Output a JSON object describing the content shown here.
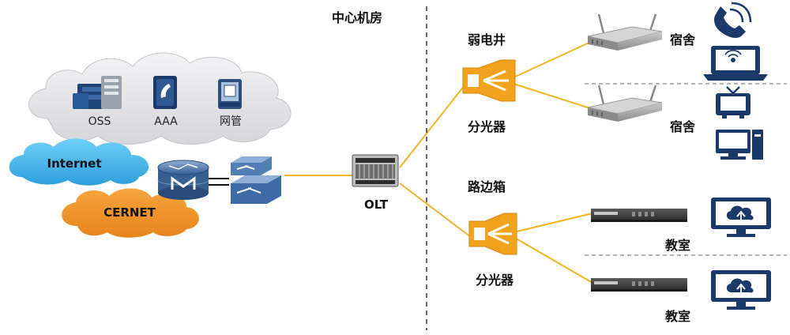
{
  "labels": {
    "central_room": "中心机房",
    "weak_shaft": "弱电井",
    "roadside_box": "路边箱",
    "splitter_top": "分光器",
    "splitter_bottom": "分光器",
    "olt": "OLT",
    "internet": "Internet",
    "cernet": "CERNET",
    "oss": "OSS",
    "aaa": "AAA",
    "nms": "网管",
    "dorm_1": "宿舍",
    "dorm_2": "宿舍",
    "classroom_1": "教室",
    "classroom_2": "教室"
  },
  "colors": {
    "fiber": "#f2b51f",
    "splitter_body": "#f3a21b",
    "internet_cloud": "#41b6ec",
    "cernet_cloud": "#f19422",
    "server_cloud": "#e7e7e9",
    "device_navy": "#1a3a6c",
    "router_blue": "#4f7fb4",
    "divider": "#333333"
  },
  "icons": {
    "phone": "phone-icon",
    "laptop": "laptop-icon",
    "tv": "tv-icon",
    "desktop": "desktop-computer-icon",
    "monitor_cloud": "cloud-monitor-icon"
  }
}
